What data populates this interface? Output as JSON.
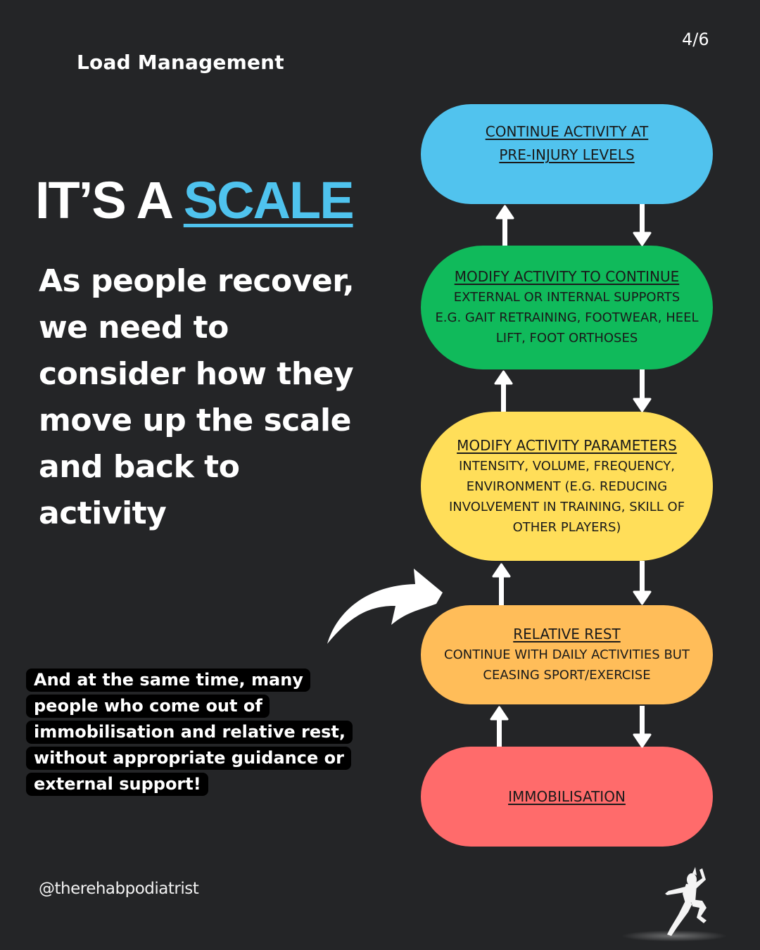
{
  "header": {
    "series_title": "Load Management",
    "page_counter": "4/6"
  },
  "headline": {
    "prefix": "IT’S A ",
    "accent_word": "SCALE",
    "accent_color": "#4FC3EE"
  },
  "intro_text": "As people recover, we need to consider how they move up the scale and back to activity",
  "callout_lines": [
    "And at the same time, many",
    "people who come out of",
    "immobilisation and relative rest,",
    "without appropriate guidance or",
    "external support!"
  ],
  "scale_levels": [
    {
      "title": "CONTINUE ACTIVITY AT PRE-INJURY LEVELS",
      "title_lines": [
        "CONTINUE ACTIVITY AT",
        "PRE-INJURY LEVELS"
      ],
      "description_lines": [],
      "color": "#51C3EE"
    },
    {
      "title": "MODIFY ACTIVITY TO CONTINUE",
      "description_lines": [
        "EXTERNAL OR INTERNAL SUPPORTS",
        "E.G. GAIT RETRAINING, FOOTWEAR, HEEL",
        "LIFT, FOOT ORTHOSES"
      ],
      "color": "#10BA5B"
    },
    {
      "title": "MODIFY ACTIVITY PARAMETERS",
      "description_lines": [
        "INTENSITY, VOLUME, FREQUENCY,",
        "ENVIRONMENT (E.G. REDUCING",
        "INVOLVEMENT IN TRAINING, SKILL OF",
        "OTHER PLAYERS)"
      ],
      "color": "#FFDE59"
    },
    {
      "title": "RELATIVE REST",
      "description_lines": [
        "CONTINUE WITH DAILY ACTIVITIES BUT",
        "CEASING SPORT/EXERCISE"
      ],
      "color": "#FFBD59"
    },
    {
      "title": "IMMOBILISATION",
      "description_lines": [],
      "color": "#FF6B6B"
    }
  ],
  "connectors": [
    {
      "between": [
        "CONTINUE ACTIVITY AT PRE-INJURY LEVELS",
        "MODIFY ACTIVITY TO CONTINUE"
      ],
      "directions": [
        "up",
        "down"
      ]
    },
    {
      "between": [
        "MODIFY ACTIVITY TO CONTINUE",
        "MODIFY ACTIVITY PARAMETERS"
      ],
      "directions": [
        "up",
        "down"
      ]
    },
    {
      "between": [
        "MODIFY ACTIVITY PARAMETERS",
        "RELATIVE REST"
      ],
      "directions": [
        "up",
        "down"
      ]
    },
    {
      "between": [
        "RELATIVE REST",
        "IMMOBILISATION"
      ],
      "directions": [
        "up",
        "down"
      ]
    }
  ],
  "footer": {
    "handle": "@therehabpodiatrist",
    "logo_icon": "runner-silhouette-icon"
  },
  "colors": {
    "background": "#242527",
    "text": "#FFFFFF",
    "callout_bg": "#000000"
  }
}
